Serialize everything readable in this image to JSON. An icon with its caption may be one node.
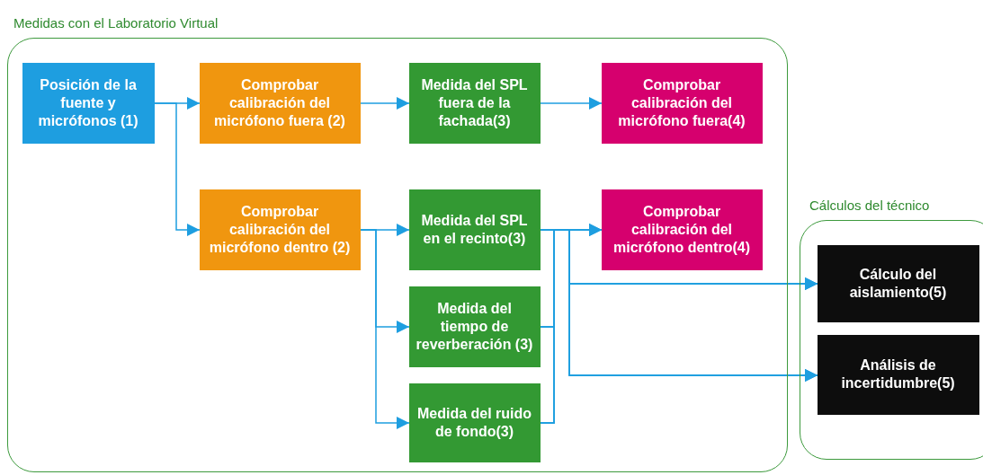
{
  "diagram": {
    "nodes": [
      {
        "text": [
          "Medidas con el Laboratorio Virtual"
        ]
      },
      {
        "text": [
          "Posición de la fuente y micrófonos (1)"
        ],
        "in": 0
      },
      {
        "text": [
          "Comprobar calibración del micrófono fuera (2)"
        ],
        "in": 0
      },
      {
        "text": [
          "Medida del SPL fuera de la fachada(3)"
        ],
        "in": 0
      },
      {
        "text": [
          "Comprobar calibración del micrófono fuera(4)"
        ],
        "in": 0
      },
      {
        "text": [
          "Comprobar calibración del micrófono  dentro (2)"
        ],
        "in": 0
      },
      {
        "text": [
          "Medida del SPL en el recinto(3)"
        ],
        "in": 0
      },
      {
        "text": [
          "Comprobar calibración del micrófono dentro(4)"
        ],
        "in": 0
      },
      {
        "text": [
          "Medida del tiempo de reverberación (3)"
        ],
        "in": 0
      },
      {
        "text": [
          "Medida del ruido de fondo(3)"
        ],
        "in": 0
      },
      {
        "text": [
          "Cálculos del técnico"
        ]
      },
      {
        "text": [
          "Cálculo del aislamiento(5)"
        ],
        "in": 10
      },
      {
        "text": [
          "Análisis de incertidumbre(5)"
        ],
        "in": 10
      }
    ],
    "edges": [
      {
        "from": 1,
        "to": 2,
        "arrow": "to"
      },
      {
        "from": 1,
        "to": 5,
        "arrow": "to"
      },
      {
        "from": 2,
        "to": 3,
        "arrow": "to"
      },
      {
        "from": 3,
        "to": 4,
        "arrow": "to"
      },
      {
        "from": 5,
        "to": 6,
        "arrow": "to"
      },
      {
        "from": 5,
        "to": 8,
        "arrow": "to"
      },
      {
        "from": 5,
        "to": 9,
        "arrow": "to"
      },
      {
        "from": 6,
        "to": 7,
        "arrow": "to"
      },
      {
        "from": 6,
        "to": 11,
        "arrow": "to"
      },
      {
        "from": 6,
        "to": 12,
        "arrow": "to"
      },
      {
        "from": 8,
        "to": 7,
        "arrow": "to"
      },
      {
        "from": 8,
        "to": 11,
        "arrow": "to"
      },
      {
        "from": 8,
        "to": 12,
        "arrow": "to"
      },
      {
        "from": 9,
        "to": 7,
        "arrow": "to"
      },
      {
        "from": 9,
        "to": 11,
        "arrow": "to"
      },
      {
        "from": 9,
        "to": 12,
        "arrow": "to"
      }
    ]
  }
}
